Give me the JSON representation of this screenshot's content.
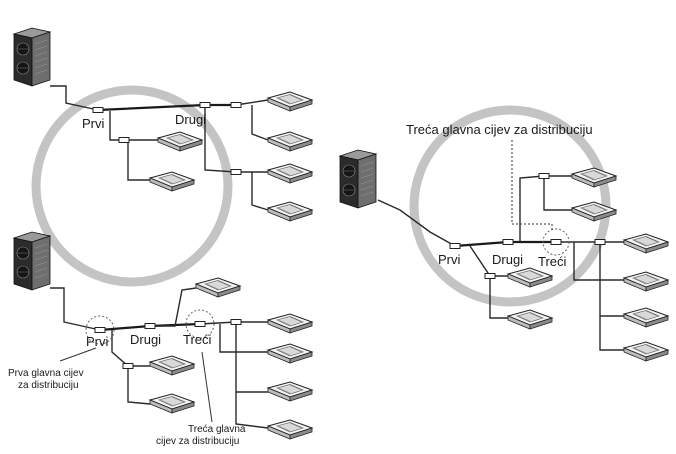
{
  "diagram1": {
    "label_first": "Prvi",
    "label_second": "Drugi"
  },
  "diagram2": {
    "label_first": "Prvi",
    "label_second": "Drugi",
    "label_third": "Treći",
    "callout_first_line1": "Prva glavna cijev",
    "callout_first_line2": "za distribuciju",
    "callout_third_line1": "Treća glavna",
    "callout_third_line2": "cijev za distribuciju"
  },
  "diagram3": {
    "label_first": "Prvi",
    "label_second": "Drugi",
    "label_third": "Treći",
    "callout_third": "Treća glavna cijev za distribuciju"
  },
  "colors": {
    "ring": "#c4c4c4",
    "pipe": "#1a1a1a",
    "unit_dark": "#2b2b2b"
  },
  "icons": [
    "outdoor-unit-icon",
    "cassette-indoor-unit-icon",
    "branch-joint-icon"
  ]
}
